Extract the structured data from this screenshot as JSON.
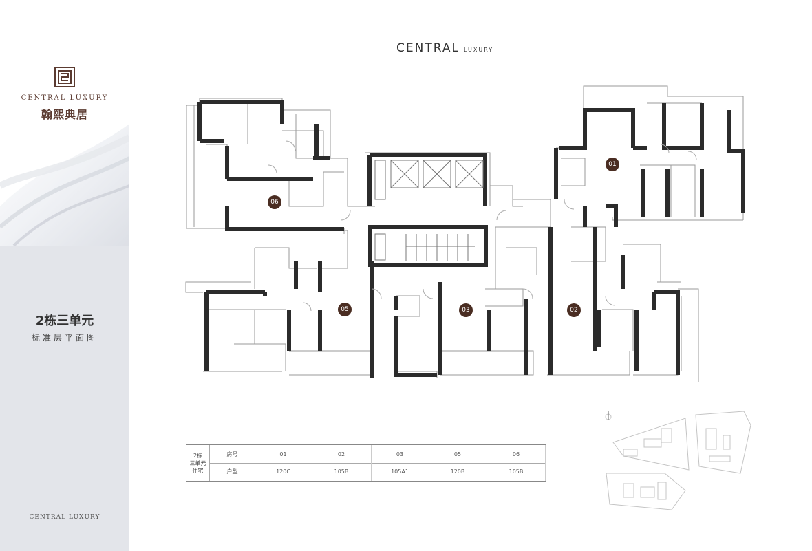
{
  "sidebar": {
    "brand_en": "CENTRAL LUXURY",
    "brand_cn": "翰熙典居",
    "unit_title": "2栋三单元",
    "unit_subtitle": "标准层平面图",
    "footer_brand": "CENTRAL LUXURY"
  },
  "header": {
    "title_main": "CENTRAL",
    "title_small": "LUXURY"
  },
  "plan": {
    "unit_labels": [
      "01",
      "02",
      "03",
      "05",
      "06"
    ],
    "colors": {
      "wall": "#2b2b2b",
      "line": "#9a9a9a",
      "badge": "#4a2d22"
    }
  },
  "table": {
    "group_label": "2栋\n三单元\n住宅",
    "row_labels": {
      "room": "房号",
      "type": "户型"
    },
    "columns": [
      {
        "room": "01",
        "type": "120C"
      },
      {
        "room": "02",
        "type": "105B"
      },
      {
        "room": "03",
        "type": "105A1"
      },
      {
        "room": "05",
        "type": "120B"
      },
      {
        "room": "06",
        "type": "105B"
      }
    ]
  },
  "site_plan": {
    "north_icon": "north-arrow-icon"
  }
}
